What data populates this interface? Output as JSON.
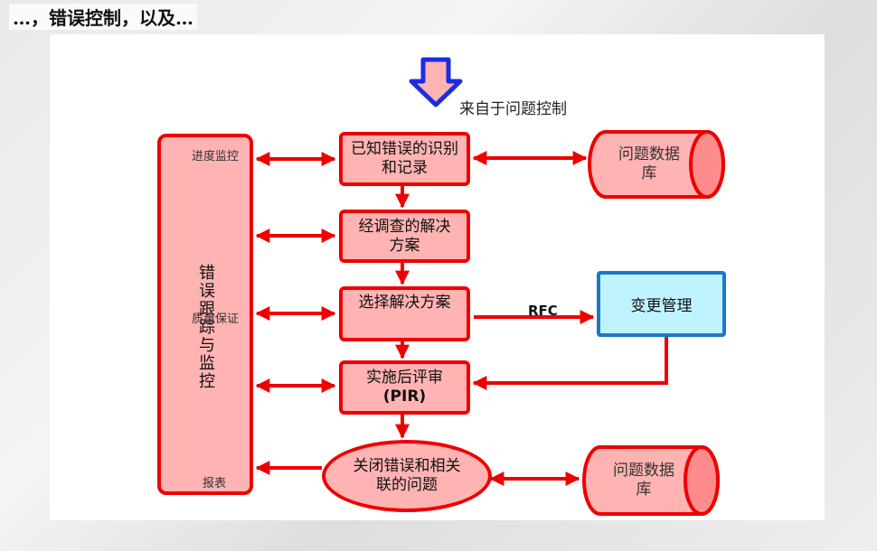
{
  "heading": "…，错误控制，以及…",
  "source_label": "来自于问题控制",
  "sidebar": {
    "vertical_label": "错误跟踪与监控",
    "label_top": "进度监控",
    "label_middle": "质量保证",
    "label_bottom": "报表"
  },
  "steps": {
    "identify_line1": "已知错误的识别",
    "identify_line2": "和记录",
    "solution_line1": "经调查的解决",
    "solution_line2": "方案",
    "select": "选择解决方案",
    "pir_line1": "实施后评审",
    "pir_line2": "(PIR)",
    "close_line1": "关闭错误和相关",
    "close_line2": "联的问题"
  },
  "change_mgmt": "变更管理",
  "rfc_label": "RFC",
  "db_top": {
    "line1": "问题数据",
    "line2": "库"
  },
  "db_bottom": {
    "line1": "问题数据",
    "line2": "库"
  },
  "colors": {
    "red": "#ee0000",
    "pink": "#ffb3b3",
    "blue": "#1a78c8",
    "cyan": "#bff3ff",
    "arrow_blue": "#1a2de0",
    "arrow_fill": "#ffb3b3"
  }
}
